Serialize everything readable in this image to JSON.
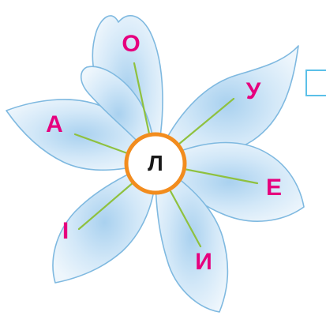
{
  "colors": {
    "petal_fill": "#cfe6f7",
    "petal_edge": "#7fb9e0",
    "spoke": "#8fc13f",
    "letter": "#e6007e",
    "center_ring": "#f28c1e",
    "center_text": "#1a1a1a",
    "answer_box_border": "#5bc0e8"
  },
  "center_letter": "Л",
  "petal_letters": [
    {
      "id": "o",
      "text": "О"
    },
    {
      "id": "u",
      "text": "У"
    },
    {
      "id": "e",
      "text": "Е"
    },
    {
      "id": "y",
      "text": "И"
    },
    {
      "id": "i",
      "text": "І"
    },
    {
      "id": "a",
      "text": "А"
    }
  ]
}
